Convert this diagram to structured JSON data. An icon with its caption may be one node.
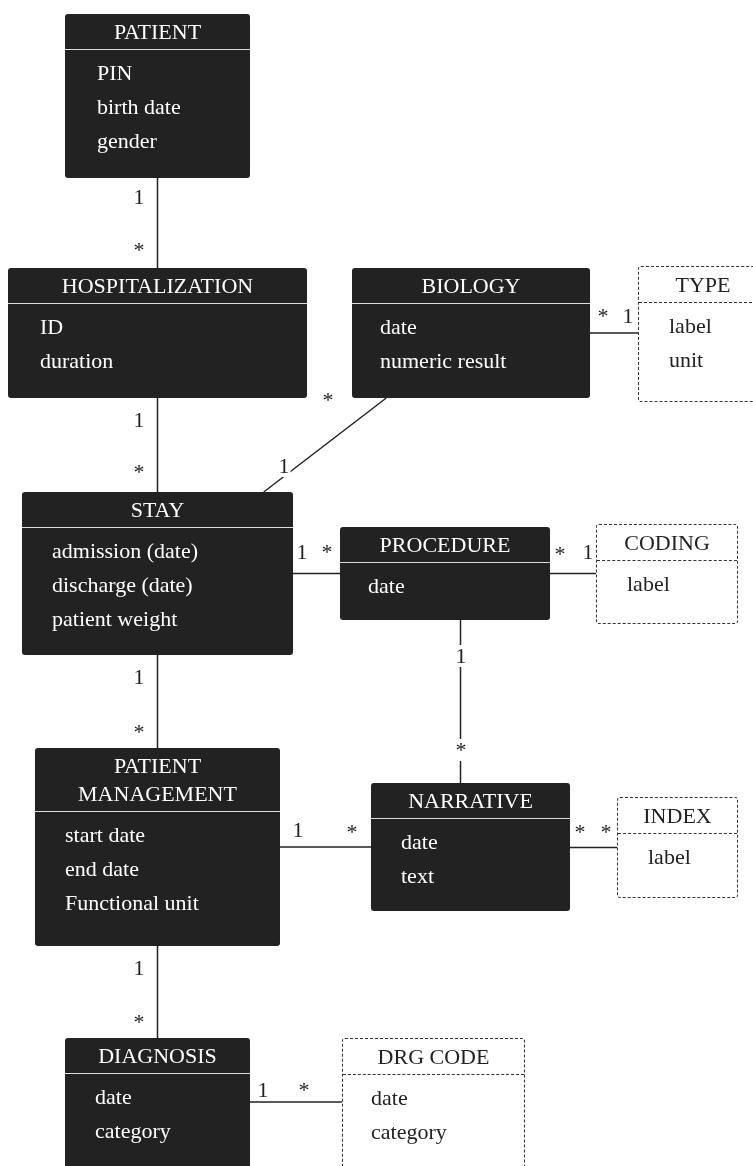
{
  "diagram": {
    "nodes": [
      {
        "text": [
          "PATIENT",
          "PIN",
          "birth date",
          "gender"
        ]
      },
      {
        "text": [
          "HOSPITALIZATION",
          "ID",
          "duration"
        ]
      },
      {
        "text": [
          "BIOLOGY",
          "date",
          "numeric result"
        ]
      },
      {
        "text": [
          "TYPE",
          "label",
          "unit"
        ]
      },
      {
        "text": [
          "STAY",
          "admission (date)",
          "discharge (date)",
          "patient weight"
        ]
      },
      {
        "text": [
          "PROCEDURE",
          "date"
        ]
      },
      {
        "text": [
          "CODING",
          "label"
        ]
      },
      {
        "text": [
          "PATIENT MANAGEMENT",
          "start date",
          "end date",
          "Functional unit"
        ]
      },
      {
        "text": [
          "NARRATIVE",
          "date",
          "text"
        ]
      },
      {
        "text": [
          "INDEX",
          "label"
        ]
      },
      {
        "text": [
          "DIAGNOSIS",
          "date",
          "category"
        ]
      },
      {
        "text": [
          "DRG CODE",
          "date",
          "category"
        ]
      }
    ],
    "edges": [
      {
        "from": 0,
        "to": 1,
        "arrow": "none"
      },
      {
        "from": 1,
        "to": 4,
        "arrow": "none"
      },
      {
        "from": 2,
        "to": 4,
        "arrow": "none"
      },
      {
        "from": 2,
        "to": 3,
        "arrow": "none"
      },
      {
        "from": 4,
        "to": 5,
        "arrow": "none"
      },
      {
        "from": 5,
        "to": 6,
        "arrow": "none"
      },
      {
        "from": 5,
        "to": 8,
        "arrow": "none"
      },
      {
        "from": 4,
        "to": 7,
        "arrow": "none"
      },
      {
        "from": 7,
        "to": 8,
        "arrow": "none"
      },
      {
        "from": 8,
        "to": 9,
        "arrow": "none"
      },
      {
        "from": 7,
        "to": 10,
        "arrow": "none"
      },
      {
        "from": 10,
        "to": 11,
        "arrow": "none"
      }
    ],
    "labels": [
      "1",
      "*",
      "*",
      "1",
      "*",
      "1",
      "*",
      "1",
      "1",
      "*",
      "*",
      "1",
      "1",
      "1",
      "*",
      "*",
      "1",
      "*",
      "*",
      "*",
      "1",
      "*",
      "1",
      "*"
    ]
  }
}
